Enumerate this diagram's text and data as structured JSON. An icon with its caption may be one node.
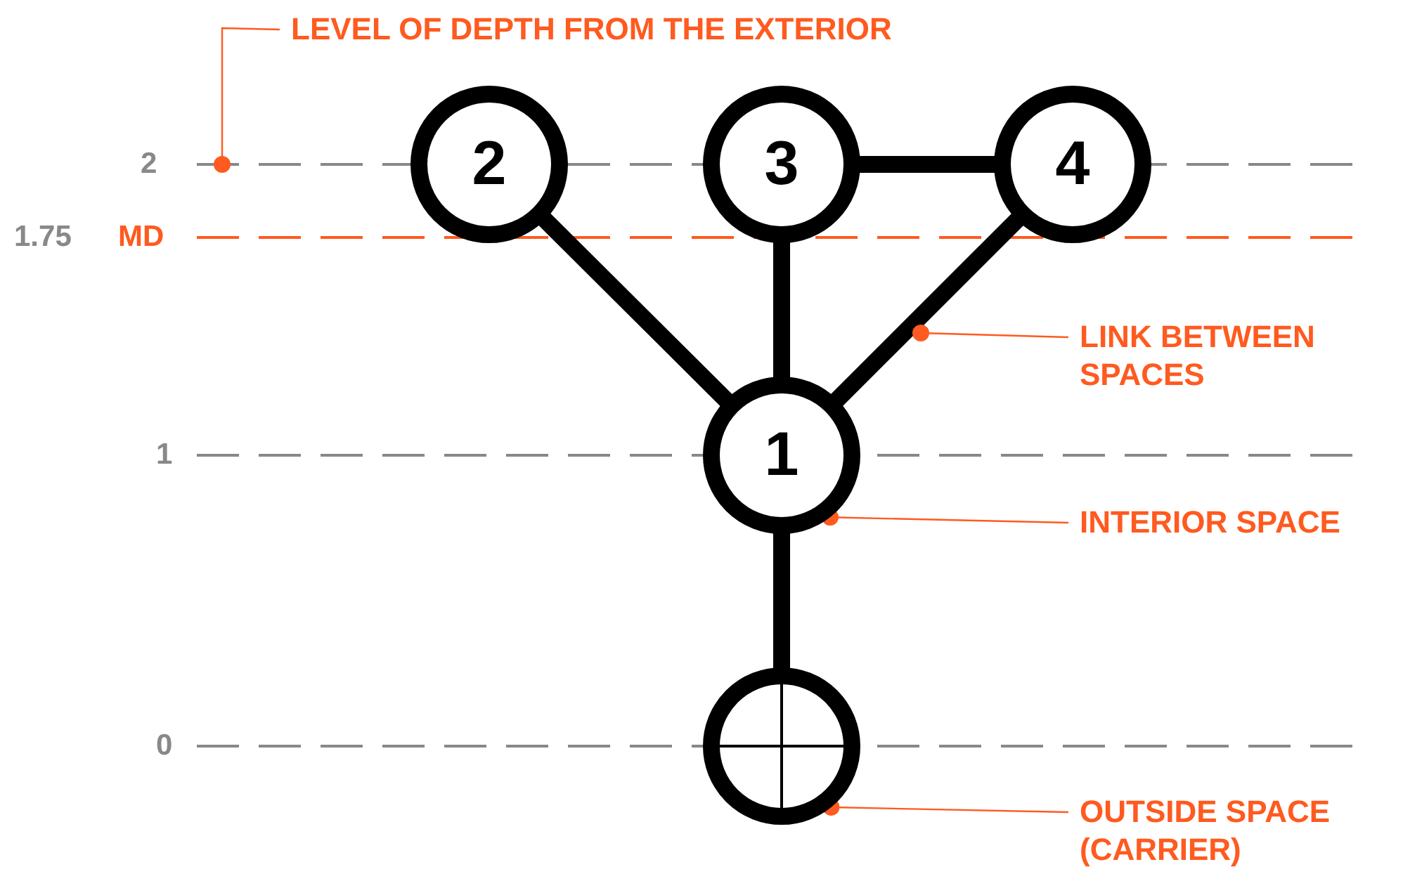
{
  "diagram": {
    "nodes": [
      {
        "text": [
          "LEVEL OF DEPTH FROM THE EXTERIOR"
        ]
      },
      {
        "text": [
          "2"
        ]
      },
      {
        "text": [
          "3"
        ]
      },
      {
        "text": [
          "4"
        ]
      },
      {
        "text": [
          "LINK BETWEEN SPACES"
        ]
      },
      {
        "text": [
          "1"
        ]
      },
      {
        "text": [
          "INTERIOR SPACE"
        ]
      },
      {
        "text": [],
        "shape": "circle"
      },
      {
        "text": [
          "OUTSIDE SPACE (CARRIER)"
        ]
      }
    ],
    "edges": [
      {
        "from": 7,
        "to": 5,
        "arrow": "none"
      },
      {
        "from": 5,
        "to": 1,
        "arrow": "none"
      },
      {
        "from": 5,
        "to": 2,
        "arrow": "none"
      },
      {
        "from": 5,
        "to": 3,
        "arrow": "none"
      },
      {
        "from": 2,
        "to": 3,
        "arrow": "none"
      },
      {
        "from": 0,
        "to": null,
        "arrow": "other",
        "color": "#ff5a1f"
      },
      {
        "from": 4,
        "to": null,
        "arrow": "other",
        "color": "#ff5a1f"
      },
      {
        "from": 6,
        "to": 5,
        "arrow": "other",
        "color": "#ff5a1f"
      },
      {
        "from": 8,
        "to": 7,
        "arrow": "other",
        "color": "#ff5a1f"
      }
    ],
    "labels": [
      "2",
      "1.75",
      "MD",
      "1",
      "0"
    ]
  }
}
